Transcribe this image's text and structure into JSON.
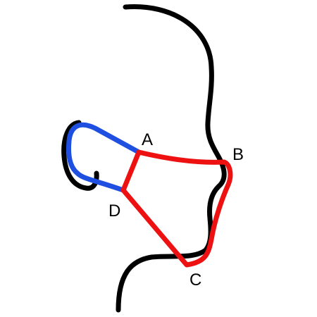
{
  "colors": {
    "background": "#ffffff",
    "profile": "#000000",
    "ear_loop": "#1f4fe0",
    "mask": "#ee1111"
  },
  "points": {
    "A": "A",
    "B": "B",
    "C": "C",
    "D": "D"
  }
}
